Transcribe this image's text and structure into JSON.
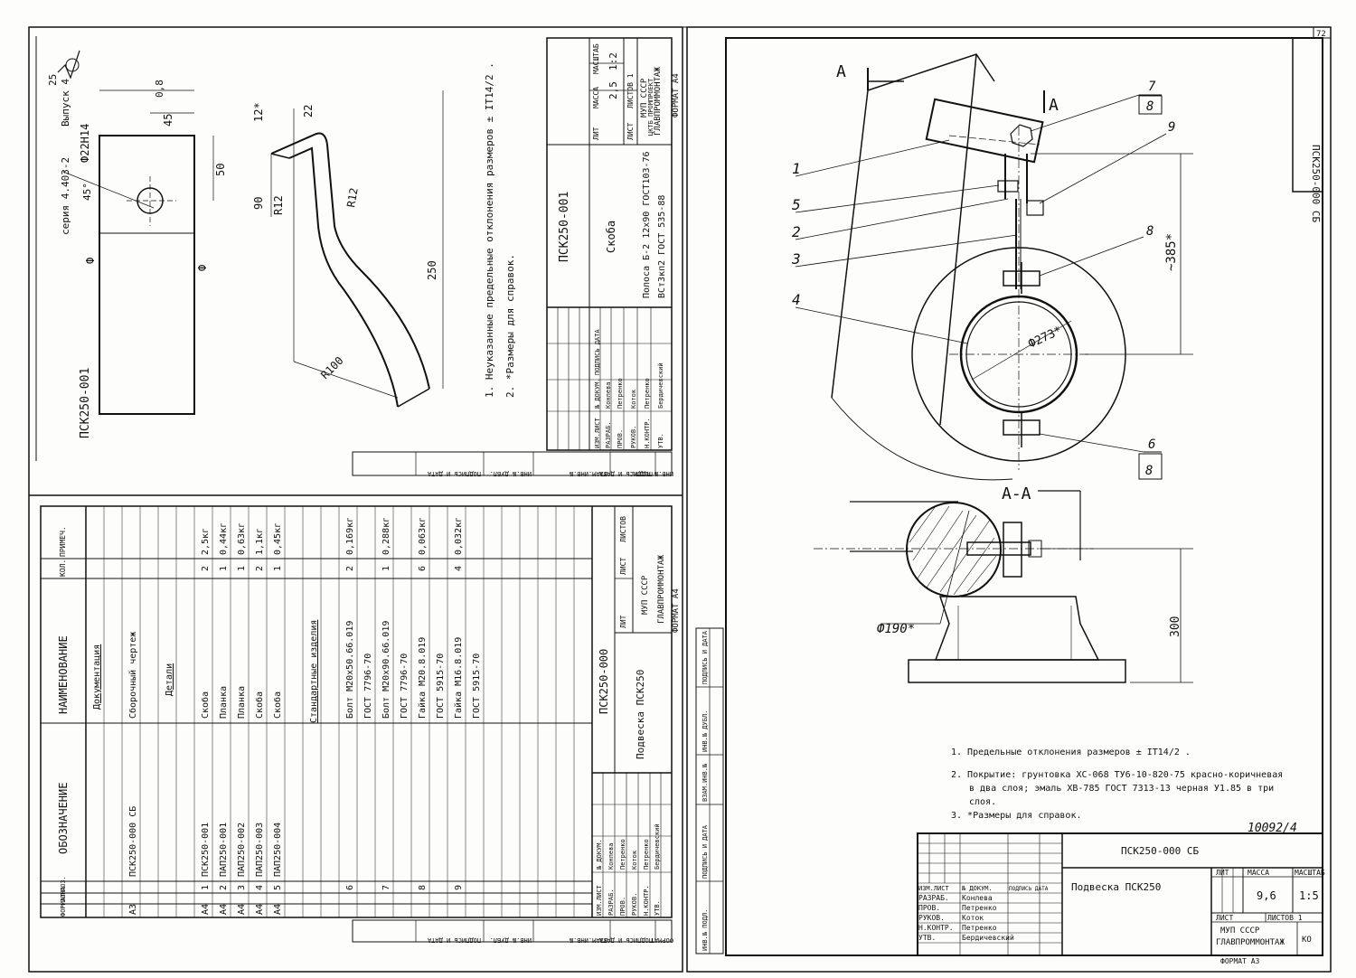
{
  "left_top": {
    "part_code": "ПСК250-001",
    "part_name": "Скоба",
    "series": "серия 4.403-2",
    "vypusk": "Выпуск 4",
    "doc_code_rot": "ПСК250-001",
    "roughness": "25",
    "dims": {
      "hole": "Ф22Н14",
      "w45": "45",
      "d08": "0,8",
      "h50": "50",
      "a45deg": "45°",
      "t12": "12*",
      "w22": "22",
      "h90": "90",
      "r12a": "R12",
      "r12b": "R12",
      "l250": "250",
      "r100": "R100"
    },
    "notes": [
      "1. Неуказанные предельные отклонения размеров ± IT14/2 .",
      "2. *Размеры для справок."
    ],
    "title_block": {
      "headers": [
        "ЛИТ",
        "МАССА",
        "МАСШТАБ"
      ],
      "mass": "2,5",
      "scale": "1:2",
      "sheet": "ЛИСТ",
      "sheets": "ЛИСТОВ 1",
      "org1": "МУП СССР",
      "org2": "ГЛАВПРОММОНТАЖ",
      "org3": "ЦКТБ ПРОМПРОЕКТ",
      "material1": "Полоса Б-2 12х90 ГОСТ103-76",
      "material2": "ВСт3кп2 ГОСТ 535-88",
      "format": "ФОРМАТ А4",
      "sign_rows": [
        {
          "role": "ИЗМ.ЛИСТ",
          "name": "№ ДОКУМ.",
          "sign": "ПОДПИСЬ ДАТА"
        },
        {
          "role": "РАЗРАБ.",
          "name": "Конлева",
          "sign": ""
        },
        {
          "role": "ПРОВ.",
          "name": "Петренко",
          "sign": ""
        },
        {
          "role": "РУКОВ.",
          "name": "Коток",
          "sign": ""
        },
        {
          "role": "Н.КОНТР.",
          "name": "Петренко",
          "sign": ""
        },
        {
          "role": "УТВ.",
          "name": "Бердичевский",
          "sign": ""
        }
      ]
    },
    "side_labels": [
      "ИНВ.№ ПОДЛ.",
      "ПОДПИСЬ И ДАТА",
      "ВЗАМ.ИНВ.№",
      "ИНВ.№ ДУБЛ.",
      "ПОДПИСЬ И ДАТА"
    ]
  },
  "spec": {
    "headers": [
      "ФОРМАТ",
      "ЗОНА",
      "ПОЗ.",
      "ОБОЗНАЧЕНИЕ",
      "НАИМЕНОВАНИЕ",
      "КОЛ.",
      "ПРИМЕЧ."
    ],
    "rows": [
      {
        "fmt": "",
        "pos": "",
        "code": "",
        "name": "Документация",
        "qty": "",
        "note": ""
      },
      {
        "fmt": "А3",
        "pos": "",
        "code": "ПСК250-000 СБ",
        "name": "Сборочный чертеж",
        "qty": "",
        "note": ""
      },
      {
        "fmt": "",
        "pos": "",
        "code": "",
        "name": "Детали",
        "qty": "",
        "note": ""
      },
      {
        "fmt": "А4",
        "pos": "1",
        "code": "ПСК250-001",
        "name": "Скоба",
        "qty": "2",
        "note": "2,5кг"
      },
      {
        "fmt": "А4",
        "pos": "2",
        "code": "ПАП250-001",
        "name": "Планка",
        "qty": "1",
        "note": "0,44кг"
      },
      {
        "fmt": "А4",
        "pos": "3",
        "code": "ПАП250-002",
        "name": "Планка",
        "qty": "1",
        "note": "0,63кг"
      },
      {
        "fmt": "А4",
        "pos": "4",
        "code": "ПАП250-003",
        "name": "Скоба",
        "qty": "2",
        "note": "1,1кг"
      },
      {
        "fmt": "А4",
        "pos": "5",
        "code": "ПАП250-004",
        "name": "Скоба",
        "qty": "1",
        "note": "0,45кг"
      },
      {
        "fmt": "",
        "pos": "",
        "code": "",
        "name": "Стандартные изделия",
        "qty": "",
        "note": ""
      },
      {
        "fmt": "",
        "pos": "6",
        "code": "",
        "name": "Болт М20х50.66.019",
        "qty": "2",
        "note": "0,169кг"
      },
      {
        "fmt": "",
        "pos": "",
        "code": "",
        "name": "ГОСТ 7796-70",
        "qty": "",
        "note": ""
      },
      {
        "fmt": "",
        "pos": "7",
        "code": "",
        "name": "Болт М20х90.66.019",
        "qty": "1",
        "note": "0,288кг"
      },
      {
        "fmt": "",
        "pos": "",
        "code": "",
        "name": "ГОСТ 7796-70",
        "qty": "",
        "note": ""
      },
      {
        "fmt": "",
        "pos": "8",
        "code": "",
        "name": "Гайка М20.8.019",
        "qty": "6",
        "note": "0,063кг"
      },
      {
        "fmt": "",
        "pos": "",
        "code": "",
        "name": "ГОСТ 5915-70",
        "qty": "",
        "note": ""
      },
      {
        "fmt": "",
        "pos": "9",
        "code": "",
        "name": "Гайка М16.8.019",
        "qty": "4",
        "note": "0,032кг"
      },
      {
        "fmt": "",
        "pos": "",
        "code": "",
        "name": "ГОСТ 5915-70",
        "qty": "",
        "note": ""
      }
    ],
    "doc_code": "ПСК250-000",
    "doc_title": "Подвеска ПСК250",
    "lit_hdr": "ЛИТ",
    "list_hdr": "ЛИСТ",
    "lists_hdr": "ЛИСТОВ",
    "org1": "МУП СССР",
    "org2": "ГЛАВПРОММОНТАЖ",
    "format": "ФОРМАТ А4"
  },
  "right": {
    "doc_code": "ПСК250-000 СБ",
    "doc_title": "Подвеска ПСК250",
    "stamp_top": "ПСК250-000 СБ",
    "sheet_corner": "72",
    "section_label_a": "А",
    "section_label_aa": "А-А",
    "callouts": [
      "1",
      "5",
      "2",
      "3",
      "4",
      "7",
      "8",
      "9",
      "8",
      "6",
      "8"
    ],
    "dims": {
      "h385": "~385*",
      "d273": "Ф273*",
      "d190": "Ф190*",
      "h300": "300"
    },
    "notes": [
      "1. Предельные отклонения размеров ± IT14/2 .",
      "2. Покрытие: грунтовка ХС-068 ТУ6-10-820-75 красно-коричневая",
      "в два слоя; эмаль ХВ-785 ГОСТ 7313-13 черная У1.85 в три",
      "слоя.",
      "3. *Размеры для справок."
    ],
    "inv_number": "10092/4",
    "title_block": {
      "lit": "ЛИТ",
      "mass_hdr": "МАССА",
      "scale_hdr": "МАСШТАБ",
      "mass": "9,6",
      "scale": "1:5",
      "sheet": "ЛИСТ",
      "sheets": "ЛИСТОВ 1",
      "org1": "МУП СССР",
      "org2": "ГЛАВПРОММОНТАЖ",
      "org3": "КО",
      "format": "ФОРМАТ А3",
      "sign_rows": [
        {
          "role": "ИЗМ.ЛИСТ",
          "name": "№ ДОКУМ.",
          "sign": "ПОДПИСЬ ДАТА"
        },
        {
          "role": "РАЗРАБ.",
          "name": "Конлева",
          "sign": ""
        },
        {
          "role": "ПРОВ.",
          "name": "Петренко",
          "sign": ""
        },
        {
          "role": "РУКОВ.",
          "name": "Коток",
          "sign": ""
        },
        {
          "role": "Н.КОНТР.",
          "name": "Петренко",
          "sign": ""
        },
        {
          "role": "УТВ.",
          "name": "Бердичевский",
          "sign": ""
        }
      ]
    },
    "side_labels": [
      "ИНВ.№ ПОДЛ.",
      "ПОДПИСЬ И ДАТА",
      "ВЗАМ.ИНВ.№",
      "ИНВ.№ ДУБЛ.",
      "ПОДПИСЬ И ДАТА"
    ]
  }
}
